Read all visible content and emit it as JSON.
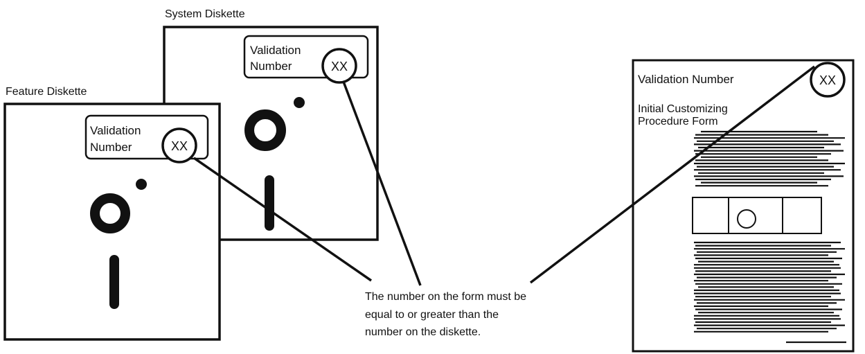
{
  "system_diskette": {
    "caption": "System Diskette",
    "label_line1": "Validation",
    "label_line2": "Number",
    "number": "XX"
  },
  "feature_diskette": {
    "caption": "Feature Diskette",
    "label_line1": "Validation",
    "label_line2": "Number",
    "number": "XX"
  },
  "form": {
    "validation_label": "Validation Number",
    "number": "XX",
    "title_line1": "Initial Customizing",
    "title_line2": "Procedure Form"
  },
  "note": {
    "line1": "The number on the form must be",
    "line2": "equal to or greater than the",
    "line3": "number on the diskette."
  }
}
